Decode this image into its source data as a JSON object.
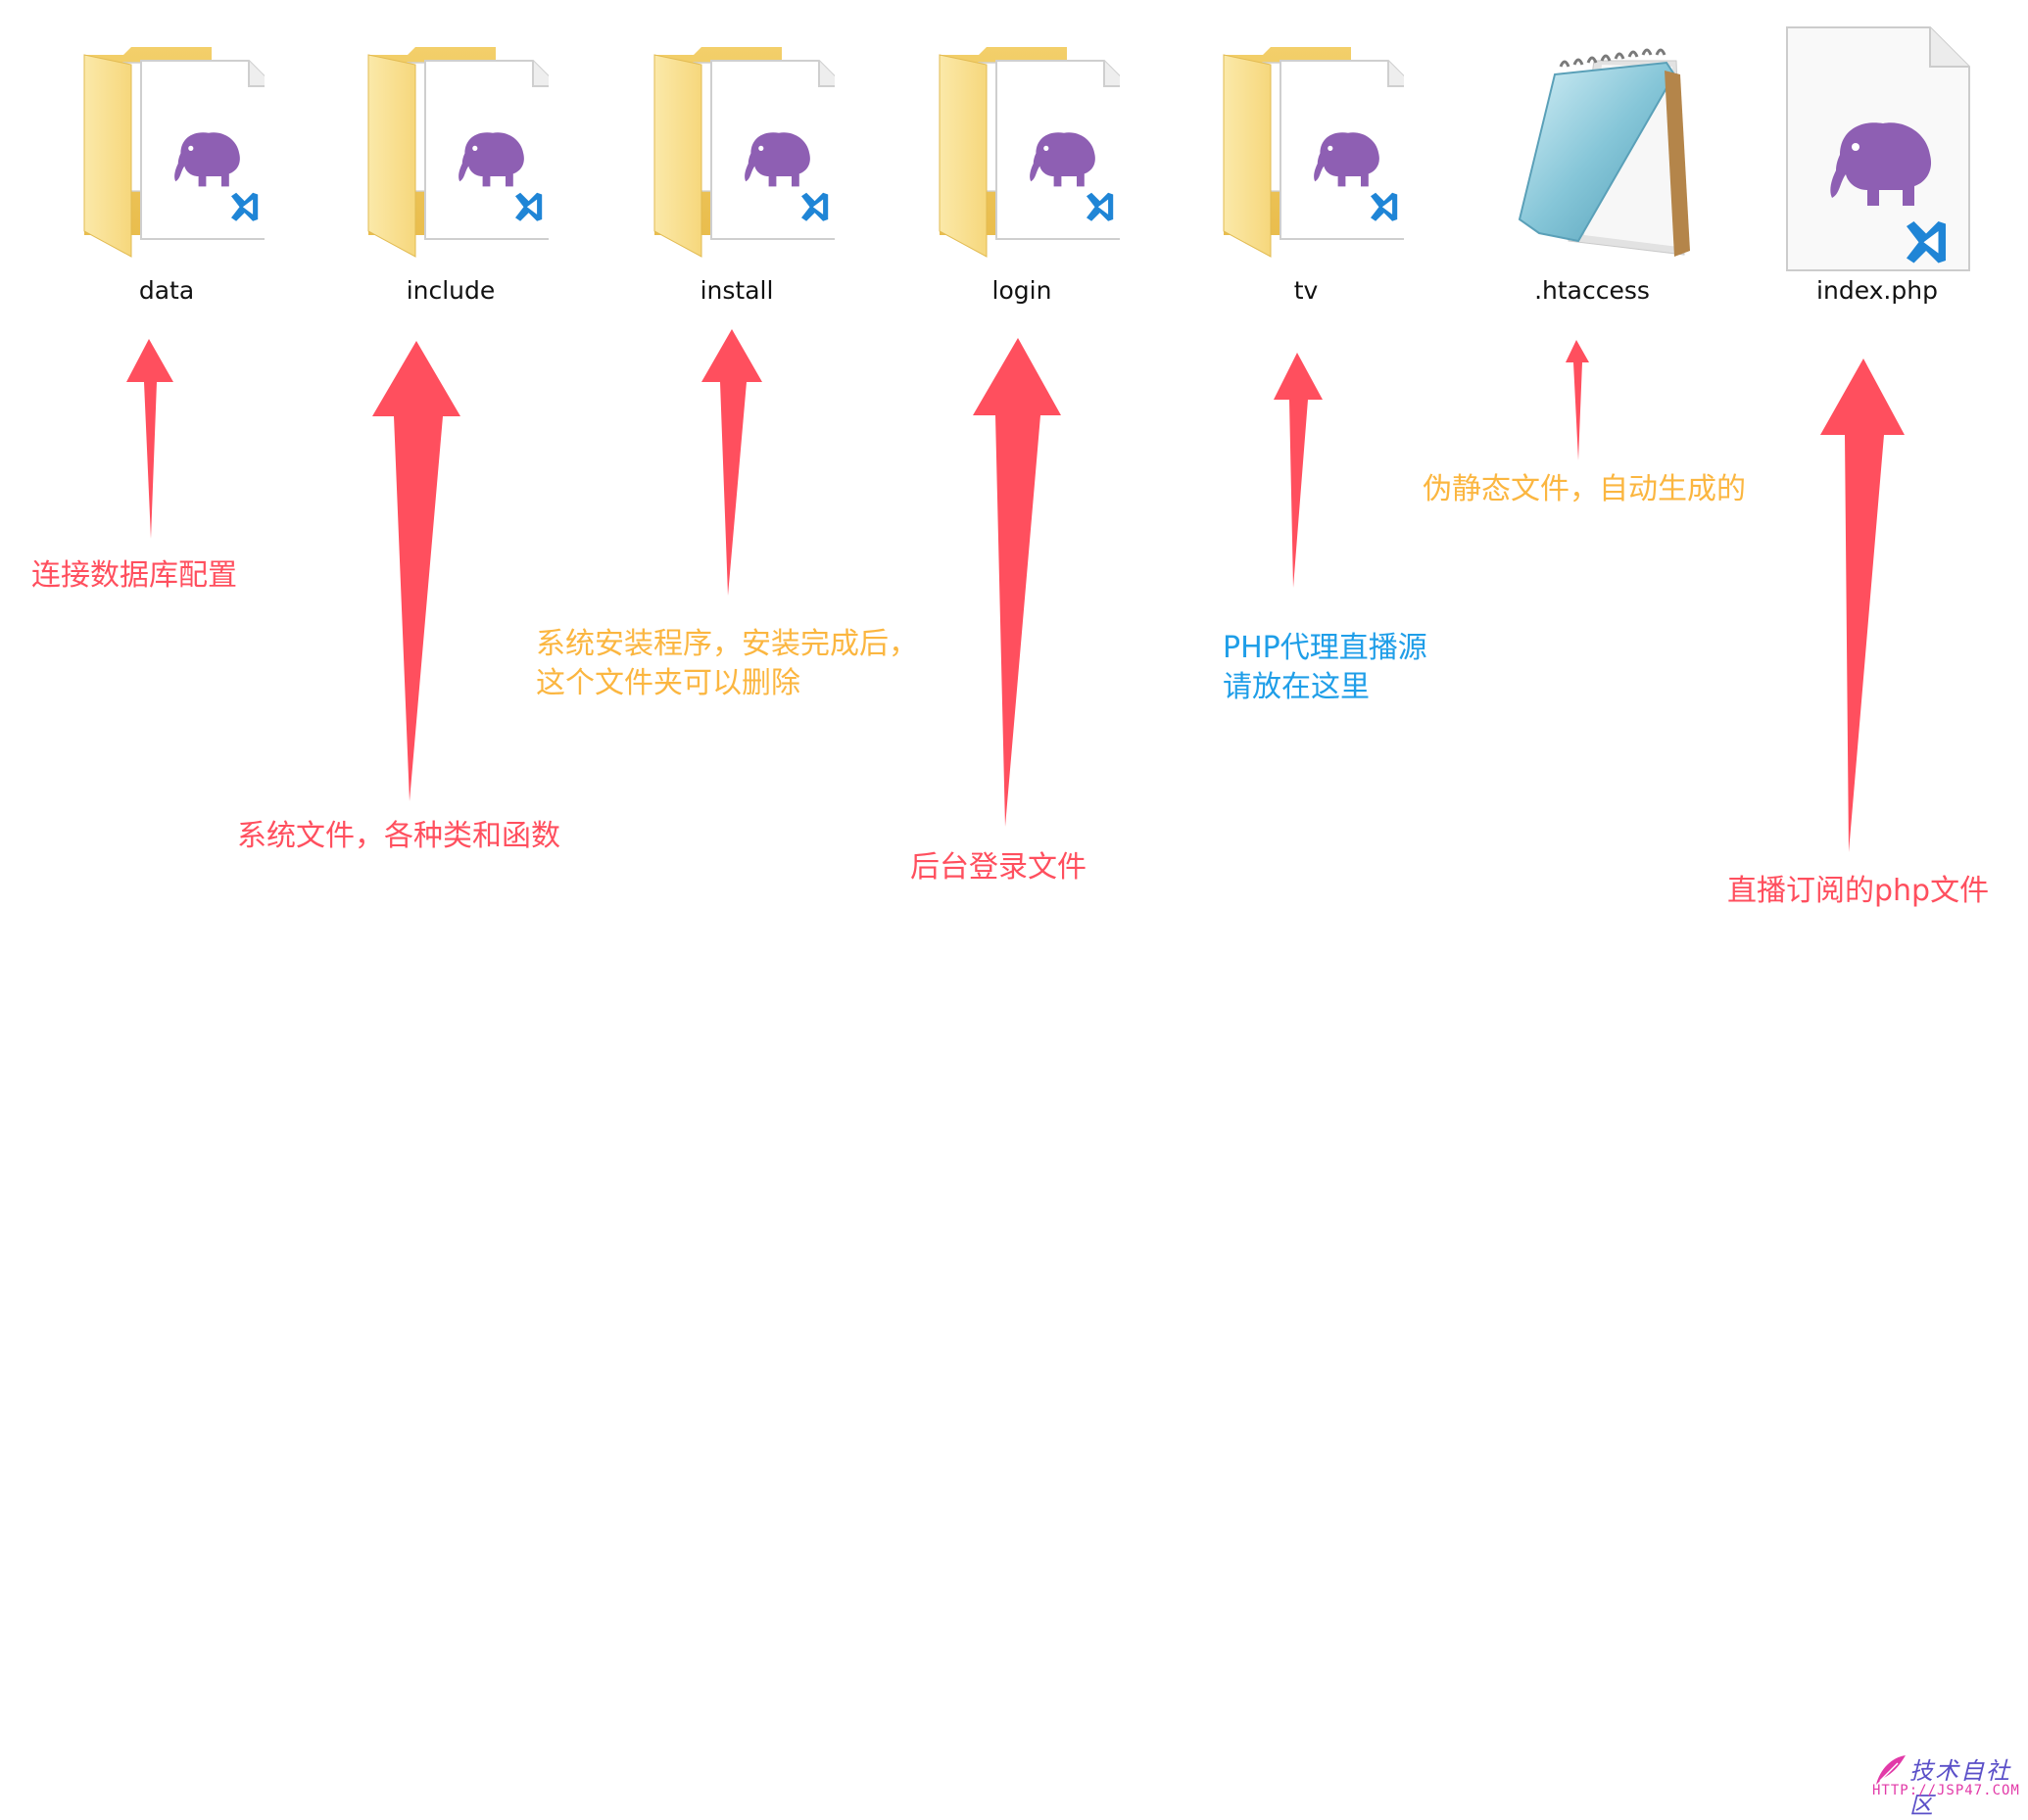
{
  "files": [
    {
      "name": "data",
      "type": "folder",
      "icon": "folder-php-icon"
    },
    {
      "name": "include",
      "type": "folder",
      "icon": "folder-php-icon"
    },
    {
      "name": "install",
      "type": "folder",
      "icon": "folder-php-icon"
    },
    {
      "name": "login",
      "type": "folder",
      "icon": "folder-php-icon"
    },
    {
      "name": "tv",
      "type": "folder",
      "icon": "folder-php-icon"
    },
    {
      "name": ".htaccess",
      "type": "file",
      "icon": "notepad-icon"
    },
    {
      "name": "index.php",
      "type": "file",
      "icon": "php-file-icon"
    }
  ],
  "annotations": {
    "data": [
      "连接数据库配置"
    ],
    "include": [
      "系统文件，各种类和函数"
    ],
    "install": [
      "系统安装程序，安装完成后，",
      "这个文件夹可以删除"
    ],
    "login": [
      "后台登录文件"
    ],
    "tv": [
      "PHP代理直播源",
      "请放在这里"
    ],
    "htaccess": [
      "伪静态文件，自动生成的"
    ],
    "index": [
      "直播订阅的php文件"
    ]
  },
  "colors": {
    "arrow": "#ff4f5e",
    "note_red": "#ff4f5e",
    "note_orange": "#fbb640",
    "note_blue": "#1f9ee8",
    "folder": "#f6d77c",
    "php_purple": "#8e5fb3",
    "vscode_blue": "#1f85d6"
  },
  "watermark": {
    "title": "技术自社区",
    "url": "HTTP://JSP47.COM"
  }
}
